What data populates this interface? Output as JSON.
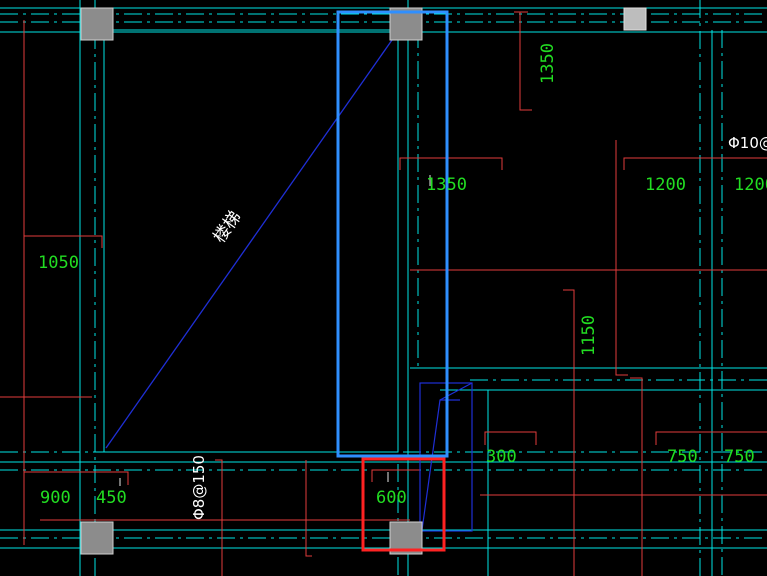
{
  "drawing": {
    "stair_label": "楼梯",
    "rebar_label_a": "Φ10@",
    "rebar_label_b": "Φ8@150",
    "dimensions": {
      "d1350_top": "1350",
      "d1350_mid": "1350",
      "d1200_a": "1200",
      "d1200_b": "1200",
      "d1050": "1050",
      "d1150": "1150",
      "d900": "900",
      "d450": "450",
      "d600": "600",
      "d300": "300",
      "d750_a": "750",
      "d750_b": "750"
    }
  },
  "colors": {
    "background": "#000000",
    "axis_lines": "#00e5e5",
    "dimension_lines": "#e23b3b",
    "dimension_text": "#22dd22",
    "stair_outline": "#1f2fd6",
    "highlight_blue": "#2f8fff",
    "highlight_red": "#ff2222",
    "column": "#8c8c8c"
  }
}
